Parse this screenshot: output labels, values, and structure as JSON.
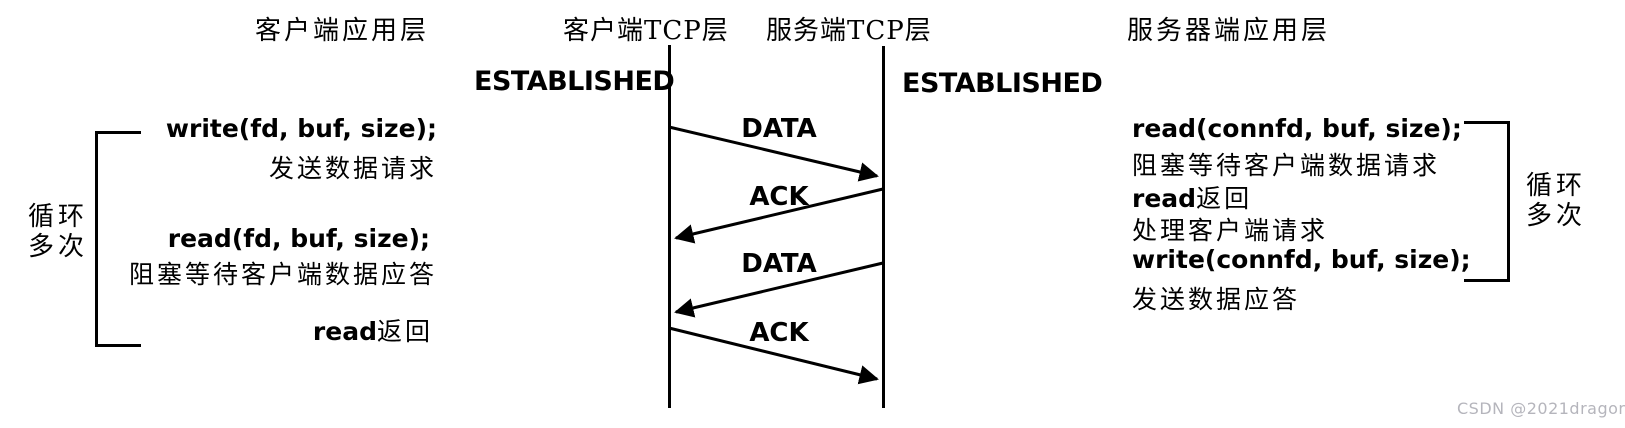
{
  "diagram": {
    "title_hint": "TCP data exchange sequence",
    "headers": {
      "client_app_layer": "客户端应用层",
      "client_tcp_layer": "客户端TCP层",
      "server_tcp_layer": "服务端TCP层",
      "server_app_layer": "服务器端应用层"
    },
    "client_state": "ESTABLISHED",
    "server_state": "ESTABLISHED",
    "messages": [
      {
        "label": "DATA",
        "from": "client-tcp",
        "to": "server-tcp"
      },
      {
        "label": "ACK",
        "from": "server-tcp",
        "to": "client-tcp"
      },
      {
        "label": "DATA",
        "from": "server-tcp",
        "to": "client-tcp"
      },
      {
        "label": "ACK",
        "from": "client-tcp",
        "to": "server-tcp"
      }
    ],
    "client_block": {
      "write_call": "write(fd, buf, size);",
      "write_desc": "发送数据请求",
      "read_call": "read(fd, buf, size);",
      "read_desc": "阻塞等待客户端数据应答",
      "read_return_code": "read",
      "read_return_zh": "返回"
    },
    "server_block": {
      "read_call": "read(connfd, buf, size);",
      "read_desc": "阻塞等待客户端数据请求",
      "read_return_code": "read",
      "read_return_zh": "返回",
      "process_desc": "处理客户端请求",
      "write_call": "write(connfd, buf, size);",
      "write_desc": "发送数据应答"
    },
    "loop_left": {
      "line1": "循环",
      "line2": "多次"
    },
    "loop_right": {
      "line1": "循环",
      "line2": "多次"
    },
    "watermark": "CSDN @2021dragon",
    "colors": {
      "ink": "#000000",
      "background": "#ffffff",
      "watermark_gray": "#b5b5bc"
    }
  }
}
